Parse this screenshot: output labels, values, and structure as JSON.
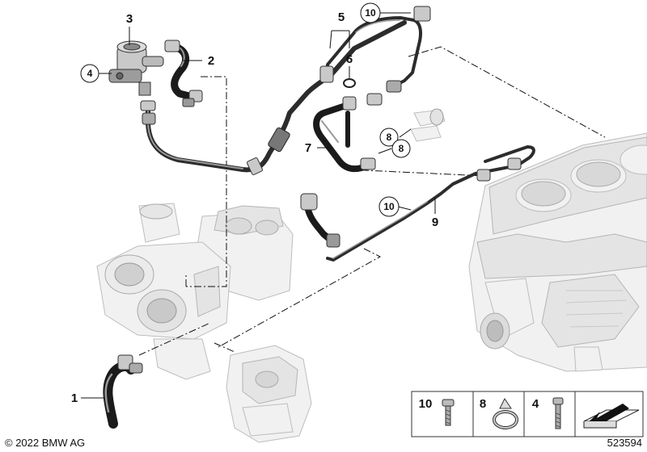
{
  "callouts": {
    "c1": "1",
    "c2": "2",
    "c3": "3",
    "c4": "4",
    "c5": "5",
    "c6": "6",
    "c7": "7",
    "c8a": "8",
    "c8b": "8",
    "c9": "9",
    "c10a": "10",
    "c10b": "10"
  },
  "legend": {
    "item1": "10",
    "item2": "8",
    "item3": "4"
  },
  "footer": {
    "copyright": "© 2022 BMW AG",
    "diagram_number": "523594"
  }
}
